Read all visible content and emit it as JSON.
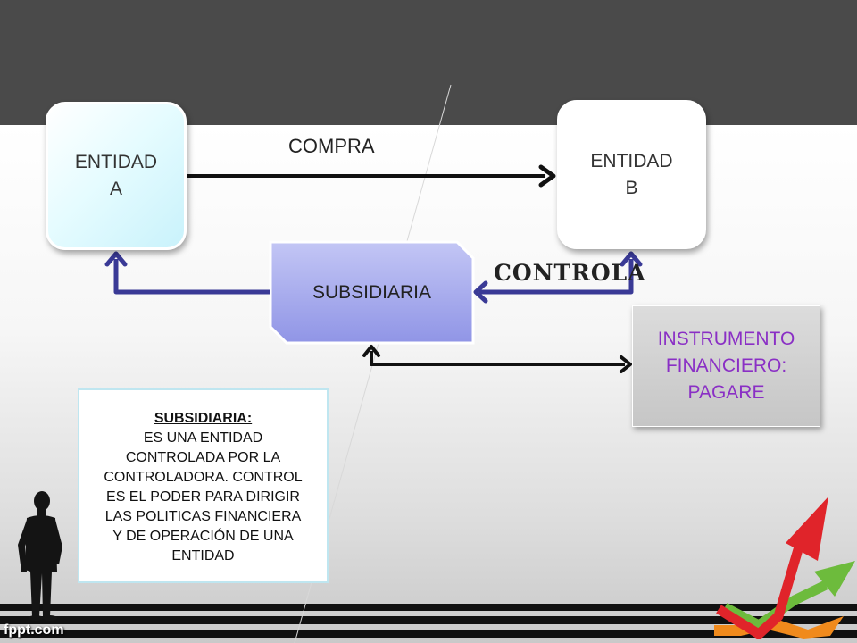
{
  "diagram": {
    "entity_a": {
      "label": "ENTIDAD\nA"
    },
    "entity_b": {
      "label": "ENTIDAD\nB"
    },
    "edge_buys": {
      "label": "COMPRA"
    },
    "edge_controls": {
      "label": "CONTROLA"
    },
    "subsidiary": {
      "label": "SUBSIDIARIA"
    },
    "instrument": {
      "label": "INSTRUMENTO\nFINANCIERO:\nPAGARE"
    },
    "definition": {
      "title": "SUBSIDIARIA:",
      "body": "ES UNA ENTIDAD\nCONTROLADA POR LA\nCONTROLADORA. CONTROL\nES EL PODER PARA DIRIGIR\nLAS POLITICAS FINANCIERA\nY DE OPERACIÓN DE UNA\nENTIDAD"
    }
  },
  "branding": {
    "watermark": "fppt.com"
  },
  "colors": {
    "header_band": "#4a4a4a",
    "connector_blue": "#3a3a96",
    "connector_black": "#111111",
    "instrument_text": "#8a2fc5"
  }
}
